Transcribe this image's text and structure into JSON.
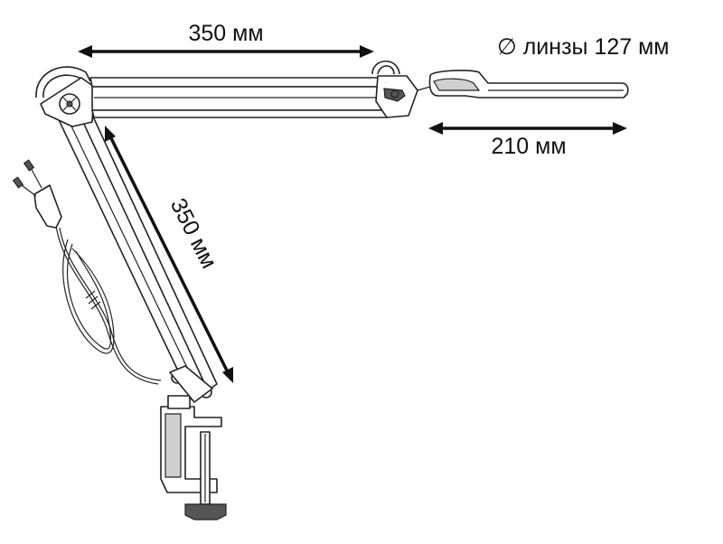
{
  "dimensions": {
    "upper_arm": "350 мм",
    "lower_arm": "350 мм",
    "head": "210 мм",
    "lens": "∅ линзы 127 мм"
  }
}
